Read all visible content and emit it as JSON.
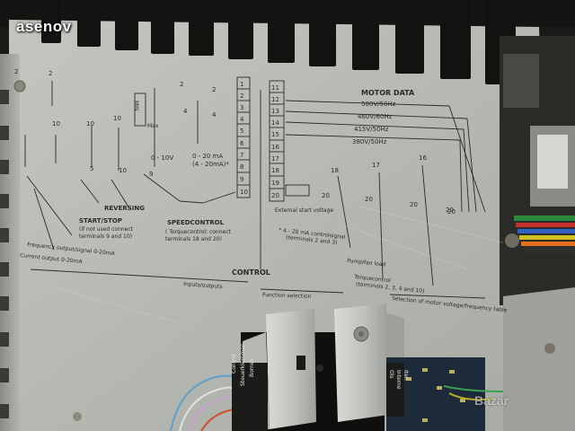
{
  "watermark": "asenov",
  "watermark_br": "Bazar",
  "colors": {
    "plate": "#b9bcb6",
    "ink": "#2a2a28",
    "slot": "#121210",
    "bracket": "#c9cbc7"
  },
  "panel": {
    "motor_data_title": "MOTOR DATA",
    "motor_rows": [
      "500V/50Hz",
      "460V/60Hz",
      "415V/50Hz",
      "380V/50Hz"
    ],
    "control_title": "CONTROL",
    "inputs_outputs": "Inputs/outputs",
    "function_selection": "Function selection",
    "selection_of_motor": "Selection of motor voltage/frequency table",
    "speedcontrol": "SPEEDCONTROL",
    "speedcontrol_note_1": "( Torquecontrol: connect",
    "speedcontrol_note_2": "terminals 18 and 20)",
    "reversing": "REVERSING",
    "start_stop_1": "START/STOP",
    "start_stop_2": "(if not used connect",
    "start_stop_3": "terminals 9 and 10)",
    "frequency_output": "Frequency output/signal 0-20mA",
    "current_output": "Current output 0-20mA",
    "external_start": "External start voltage",
    "control_signal_1": "* 4 - 20 mA controlsignal",
    "control_signal_2": "(terminals 2 and 3)",
    "pump_fan": "Pump/fan load",
    "torquecontrol_1": "Torquecontrol",
    "torquecontrol_2": "(terminals 2, 3, 4 and 10)",
    "range_0_10v": "0 - 10V",
    "range_0_20ma": "0 - 20 mA",
    "range_4_20ma": "(4 - 20mA)*",
    "min_label": "MIN",
    "max_label": "Max",
    "term_left": [
      "1",
      "2",
      "3",
      "4",
      "5",
      "6",
      "7",
      "8",
      "9",
      "10"
    ],
    "term_right": [
      "11",
      "12",
      "13",
      "14",
      "15",
      "16",
      "17",
      "18",
      "19",
      "20"
    ],
    "wire_nums": [
      "2",
      "2",
      "2",
      "2",
      "4",
      "4",
      "10",
      "10",
      "10",
      "9",
      "5",
      "10",
      "20",
      "20",
      "18",
      "17",
      "16",
      "20",
      "20",
      "20"
    ]
  },
  "label_card": {
    "lines": [
      "Control",
      "Steuerklemmen",
      "Bornes"
    ],
    "lines_right": [
      "Ols",
      "Interne",
      "Iten"
    ]
  }
}
